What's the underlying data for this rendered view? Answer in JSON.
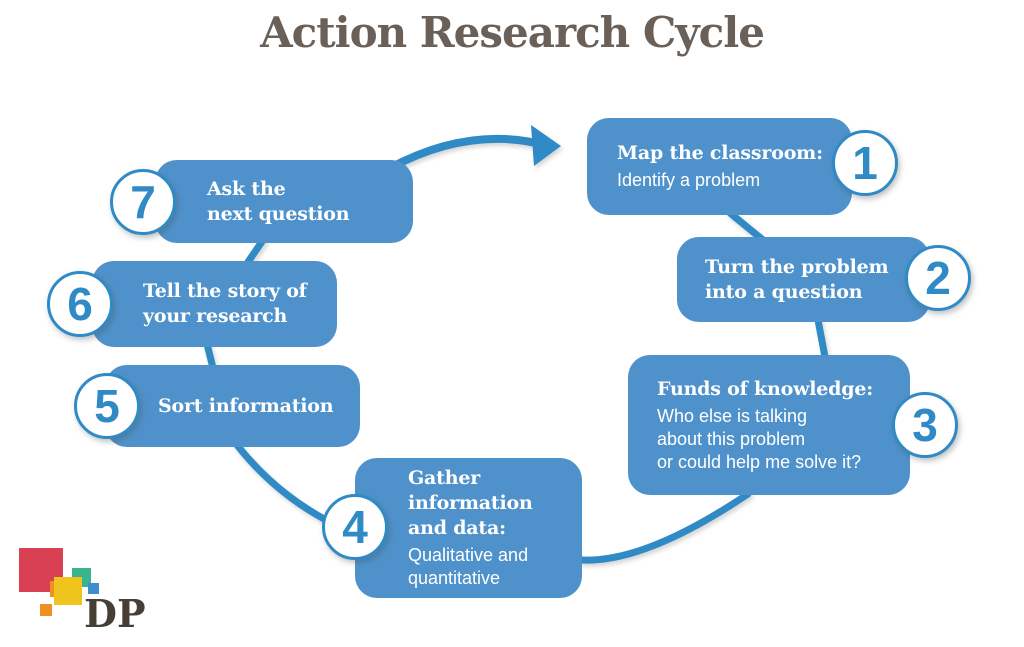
{
  "title": "Action Research Cycle",
  "steps": [
    {
      "number": "1",
      "heading": "Map the classroom:",
      "body": "Identify a problem"
    },
    {
      "number": "2",
      "heading": "Turn the problem\ninto a question",
      "body": ""
    },
    {
      "number": "3",
      "heading": "Funds of knowledge:",
      "body": "Who else is talking\nabout this problem\nor could help me solve it?"
    },
    {
      "number": "4",
      "heading": "Gather\ninformation\nand data:",
      "body": "Qualitative and\nquantitative"
    },
    {
      "number": "5",
      "heading": "Sort information",
      "body": ""
    },
    {
      "number": "6",
      "heading": "Tell the story of\nyour research",
      "body": ""
    },
    {
      "number": "7",
      "heading": "Ask the\nnext question",
      "body": ""
    }
  ],
  "logo": {
    "text": "DP"
  },
  "colors": {
    "box_fill": "#4f92cb",
    "accent_blue": "#2f8ac6",
    "title_brown": "#6b6057",
    "logo_text": "#473e36",
    "logo_red": "#d94054",
    "logo_yellow": "#f0c41d",
    "logo_orange": "#ee9023",
    "logo_teal": "#38b48f",
    "logo_blue": "#3e8ecf"
  }
}
